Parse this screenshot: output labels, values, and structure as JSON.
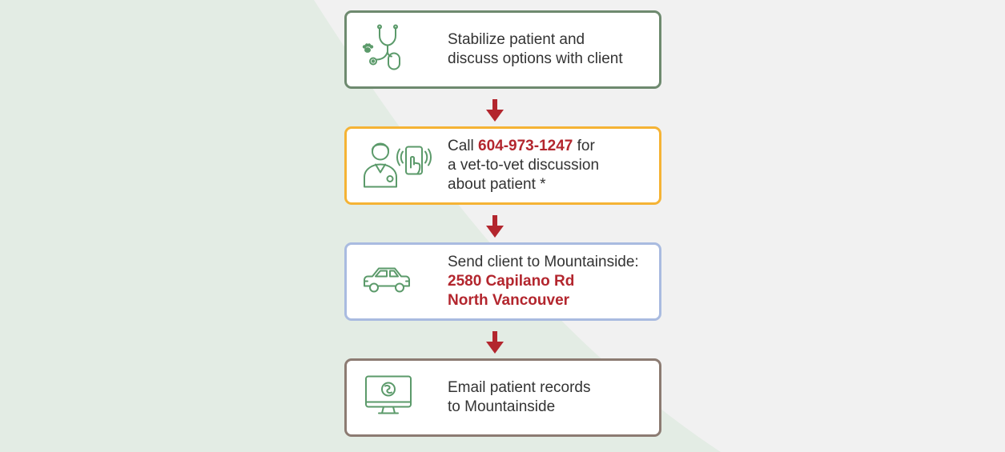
{
  "colors": {
    "background": "#f1f1f1",
    "green_wash": "#e3ece4",
    "icon_green": "#5b9a6a",
    "accent_red": "#b3262e",
    "arrow_red": "#b3262e"
  },
  "steps": [
    {
      "icon": "stethoscope-icon",
      "border_color": "#6e8a6f",
      "line1": "Stabilize patient and",
      "line2": "discuss options with client"
    },
    {
      "icon": "vet-phone-icon",
      "border_color": "#f5b335",
      "line1_prefix": "Call ",
      "phone": "604-973-1247",
      "line1_suffix": " for",
      "line2": "a vet-to-vet discussion",
      "line3": "about patient *"
    },
    {
      "icon": "car-icon",
      "border_color": "#a9bbe0",
      "line1": "Send client to Mountainside:",
      "address_line1": "2580 Capilano Rd",
      "address_line2": "North Vancouver"
    },
    {
      "icon": "computer-monitor-icon",
      "border_color": "#8c7b72",
      "line1": "Email patient records",
      "line2": "to Mountainside"
    }
  ]
}
